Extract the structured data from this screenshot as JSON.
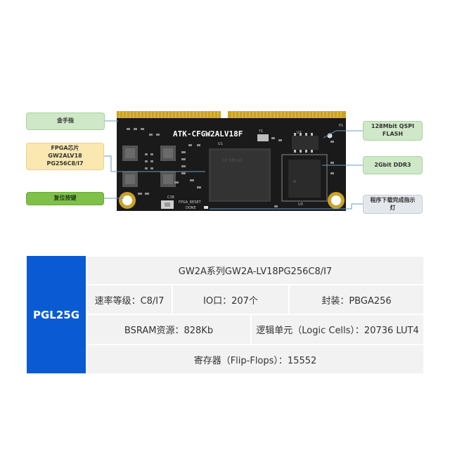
{
  "board": {
    "name": "ATK-CFGW2ALV18F",
    "p1": "P1",
    "u1": "U1",
    "u2": "U2",
    "u3": "U3",
    "y1": "Y1",
    "fpga_reset": "FPGA_RESET",
    "done": "DONE",
    "c38": "C38",
    "chip_mark": "00 S81A1"
  },
  "callouts": {
    "gold_finger": "金手指",
    "fpga_chip_l1": "FPGA芯片",
    "fpga_chip_l2": "GW2ALV18",
    "fpga_chip_l3": "PG256C8/I7",
    "reset_key": "复位按键",
    "flash_l1": "128Mbit QSPI",
    "flash_l2": "FLASH",
    "ddr": "2Gbit DDR3",
    "led_l1": "程序下载完成指示",
    "led_l2": "灯"
  },
  "spec": {
    "model": "PGL25G",
    "series": "GW2A系列GW2A-LV18PG256C8/I7",
    "speed": "速率等级：C8/I7",
    "io": "IO口：207个",
    "package": "封装：PBGA256",
    "bsram": "BSRAM资源：828Kb",
    "logic": "逻辑单元（Logic Cells）：20736 LUT4",
    "ff": "寄存器（Flip-Flops）：15552"
  },
  "colors": {
    "board": "#1a1a1a",
    "gold": "#c9a227",
    "accent_blue": "#0a5bd3",
    "table_bg": "#f2f2f2"
  }
}
